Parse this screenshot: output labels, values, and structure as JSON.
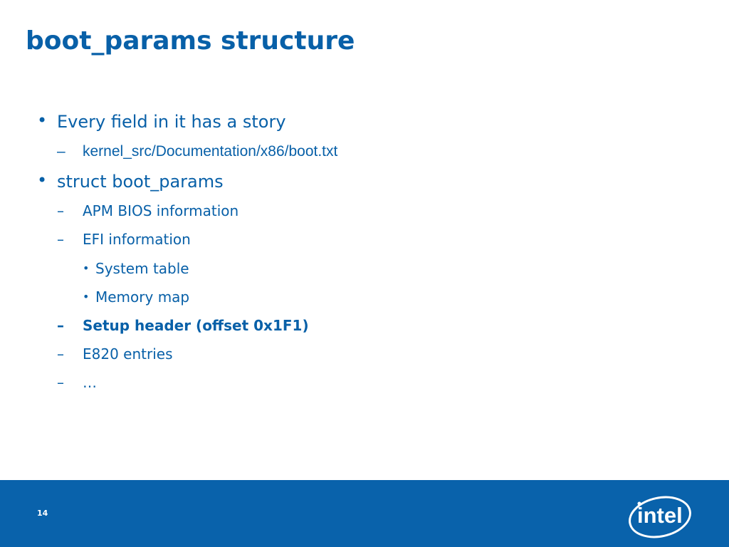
{
  "slide": {
    "title": "boot_params structure",
    "page_number": "14"
  },
  "bullets": [
    {
      "level": 1,
      "marker": "•",
      "text": "Every field in it has a story",
      "bold": false
    },
    {
      "level": 2,
      "marker": "–",
      "text": "kernel_src/Documentation/x86/boot.txt",
      "bold": false
    },
    {
      "level": 1,
      "marker": "•",
      "text": "struct boot_params",
      "bold": false
    },
    {
      "level": 2,
      "marker": "–",
      "text": "APM BIOS information",
      "bold": false
    },
    {
      "level": 2,
      "marker": "–",
      "text": "EFI information",
      "bold": false
    },
    {
      "level": 3,
      "marker": "•",
      "text": "System table",
      "bold": false
    },
    {
      "level": 3,
      "marker": "•",
      "text": "Memory map",
      "bold": false
    },
    {
      "level": 2,
      "marker": "–",
      "text": "Setup header (offset 0x1F1)",
      "bold": true
    },
    {
      "level": 2,
      "marker": "–",
      "text": "E820 entries",
      "bold": false
    },
    {
      "level": 2,
      "marker": "–",
      "text": "…",
      "bold": false
    }
  ],
  "footer": {
    "logo_text": "intel",
    "logo_icon": "intel-logo-icon"
  },
  "colors": {
    "text": "#0860a8",
    "footer_background": "#0962ab",
    "footer_text": "#ffffff"
  }
}
